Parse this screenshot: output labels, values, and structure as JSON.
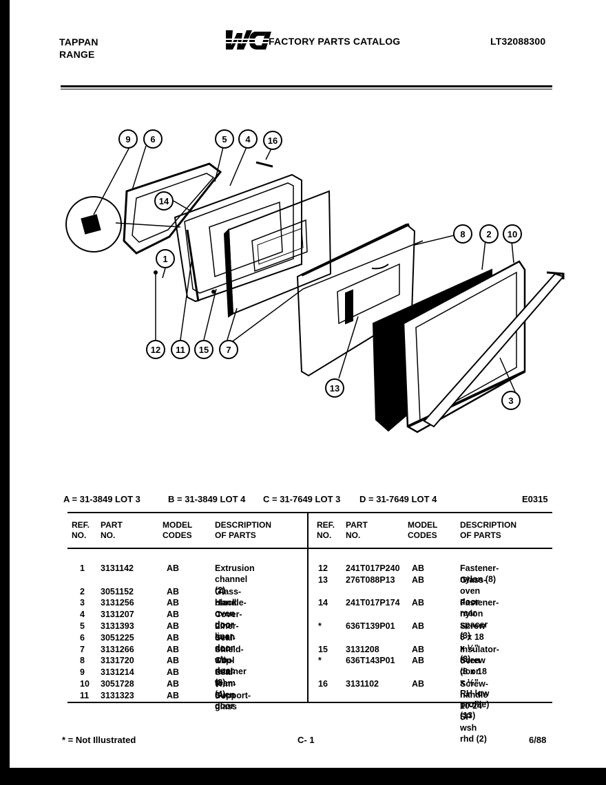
{
  "header": {
    "brand_line1": "TAPPAN",
    "brand_line2": "RANGE",
    "logo_text": "WCI",
    "catalog_title": "FACTORY PARTS CATALOG",
    "model_number": "LT32088300"
  },
  "diagram": {
    "callouts": [
      "9",
      "6",
      "5",
      "4",
      "16",
      "14",
      "1",
      "12",
      "11",
      "15",
      "7",
      "8",
      "2",
      "10",
      "13",
      "3"
    ]
  },
  "lots": {
    "a": "A = 31-3849 LOT 3",
    "b": "B = 31-3849 LOT 4",
    "c": "C = 31-7649 LOT 3",
    "d": "D = 31-7649 LOT 4",
    "code": "E0315"
  },
  "table": {
    "headers": {
      "ref": "REF.\nNO.",
      "part": "PART\nNO.",
      "model": "MODEL\nCODES",
      "desc": "DESCRIPTION\nOF PARTS"
    },
    "left_rows": [
      {
        "ref": "1",
        "part": "3131142",
        "model": "AB",
        "desc": "Extrusion channel\n    (2)"
      },
      {
        "ref": "2",
        "part": "3051152",
        "model": "AB",
        "desc": "Glass-black"
      },
      {
        "ref": "3",
        "part": "3131256",
        "model": "AB",
        "desc": "Handle-oven door"
      },
      {
        "ref": "4",
        "part": "3131207",
        "model": "AB",
        "desc": "Cover-door liner"
      },
      {
        "ref": "5",
        "part": "3131393",
        "model": "AB",
        "desc": "Liner-oven door"
      },
      {
        "ref": "6",
        "part": "3051225",
        "model": "AB",
        "desc": "Seal-non s/c door"
      },
      {
        "ref": "7",
        "part": "3131266",
        "model": "AB",
        "desc": "Shield-wool"
      },
      {
        "ref": "8",
        "part": "3131720",
        "model": "AB",
        "desc": "Clip-retainer (2)"
      },
      {
        "ref": "9",
        "part": "3131214",
        "model": "AB",
        "desc": "Seal-foam (4)"
      },
      {
        "ref": "10",
        "part": "3051728",
        "model": "AB",
        "desc": "Trim-oven door"
      },
      {
        "ref": "11",
        "part": "3131323",
        "model": "AB",
        "desc": "Support-glass"
      }
    ],
    "right_rows": [
      {
        "ref": "12",
        "part": "241T017P240",
        "model": "AB",
        "desc": "Fastener-nylon (8)"
      },
      {
        "ref": "13",
        "part": "276T088P13",
        "model": "AB",
        "desc": "Glass-oven door\n  rear"
      },
      {
        "ref": "14",
        "part": "241T017P174",
        "model": "AB",
        "desc": "Fastener-nylon\n  spacer (3)"
      },
      {
        "ref": "*",
        "part": "636T139P01",
        "model": "AB",
        "desc": "Screw 8 x 18 x ½\"\n  (3)"
      },
      {
        "ref": "15",
        "part": "3131208",
        "model": "AB",
        "desc": "Insulator-oven door"
      },
      {
        "ref": "*",
        "part": "636T143P01",
        "model": "AB",
        "desc": "Screw (8 x 18 x ½\"\n  RH low profile) (13)"
      },
      {
        "ref": "16",
        "part": "3131102",
        "model": "AB",
        "desc": "Screw-handle 10-24\n  SP wsh rhd (2)"
      }
    ]
  },
  "footer": {
    "note": "* = Not Illustrated",
    "page": "C- 1",
    "date": "6/88"
  }
}
